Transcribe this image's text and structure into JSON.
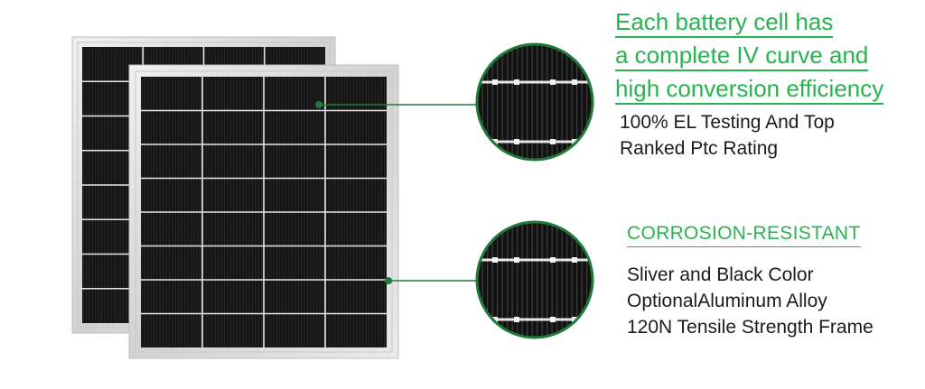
{
  "feature_iv": {
    "headline_lines": [
      "Each battery cell has",
      "a complete IV curve and",
      "high conversion efficiency"
    ],
    "detail_lines": [
      "100% EL Testing And Top",
      "Ranked Ptc Rating"
    ]
  },
  "feature_frame": {
    "tag": "CORROSION-RESISTANT",
    "detail_lines": [
      "Sliver and Black Color",
      "OptionalAluminum Alloy",
      "120N Tensile Strength Frame"
    ]
  },
  "colors": {
    "accent_green": "#27b34f",
    "callout_line": "#1f7a3a",
    "cell_black": "#111111",
    "frame_silver": "#d6d6d6",
    "text_dark": "#1b1b1b"
  },
  "panel": {
    "cell_columns": 4,
    "cell_rows": 8
  }
}
